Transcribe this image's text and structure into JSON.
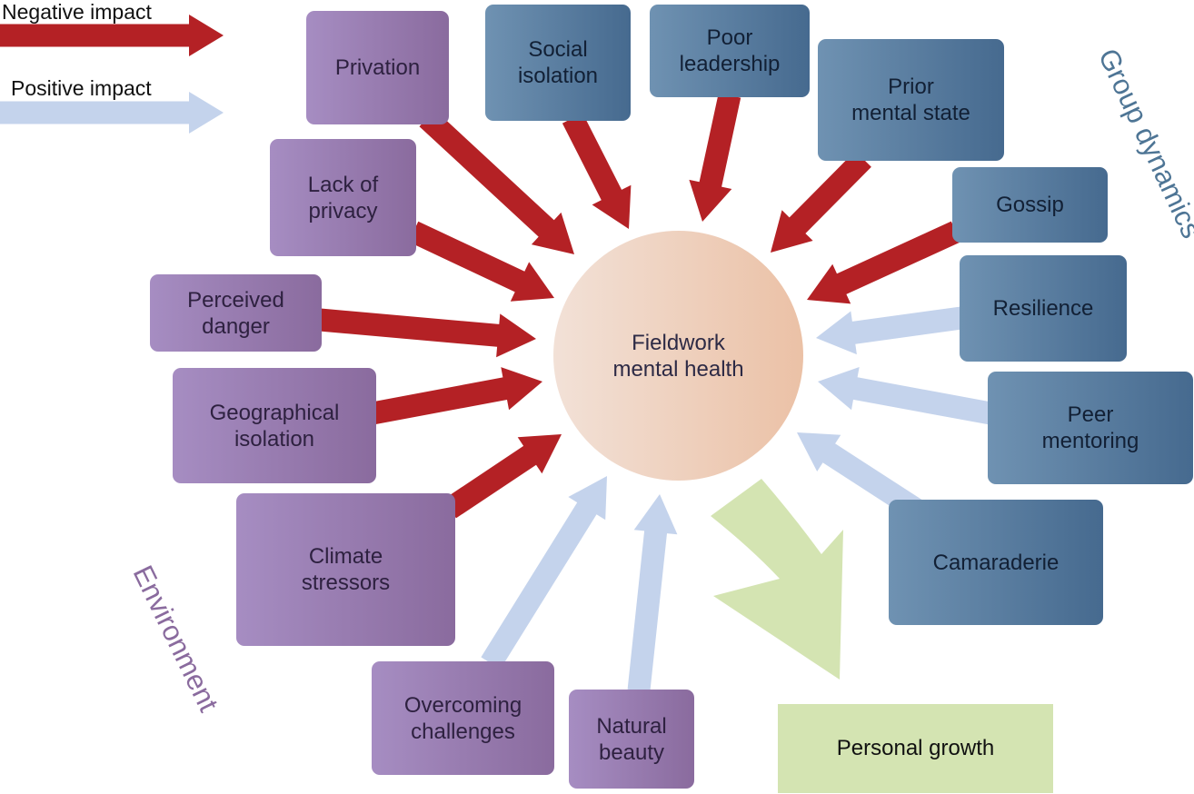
{
  "legend": {
    "negative_label": "Negative impact",
    "positive_label": "Positive impact",
    "negative_color": "#b42125",
    "positive_color": "#c4d3ec"
  },
  "center_label": "Fieldwork\nmental health",
  "group_labels": {
    "environment": "Environment",
    "group_dynamics": "Group dynamics"
  },
  "environment_factors": [
    {
      "label": "Privation",
      "impact": "negative"
    },
    {
      "label": "Lack of\nprivacy",
      "impact": "negative"
    },
    {
      "label": "Perceived\ndanger",
      "impact": "negative"
    },
    {
      "label": "Geographical\nisolation",
      "impact": "negative"
    },
    {
      "label": "Climate\nstressors",
      "impact": "negative"
    },
    {
      "label": "Overcoming\nchallenges",
      "impact": "positive"
    },
    {
      "label": "Natural\nbeauty",
      "impact": "positive"
    }
  ],
  "group_factors": [
    {
      "label": "Social\nisolation",
      "impact": "negative"
    },
    {
      "label": "Poor\nleadership",
      "impact": "negative"
    },
    {
      "label": "Prior\nmental state",
      "impact": "negative"
    },
    {
      "label": "Gossip",
      "impact": "negative"
    },
    {
      "label": "Resilience",
      "impact": "positive"
    },
    {
      "label": "Peer\nmentoring",
      "impact": "positive"
    },
    {
      "label": "Camaraderie",
      "impact": "positive"
    }
  ],
  "outcome": {
    "label": "Personal growth",
    "color": "#d4e4b2"
  }
}
